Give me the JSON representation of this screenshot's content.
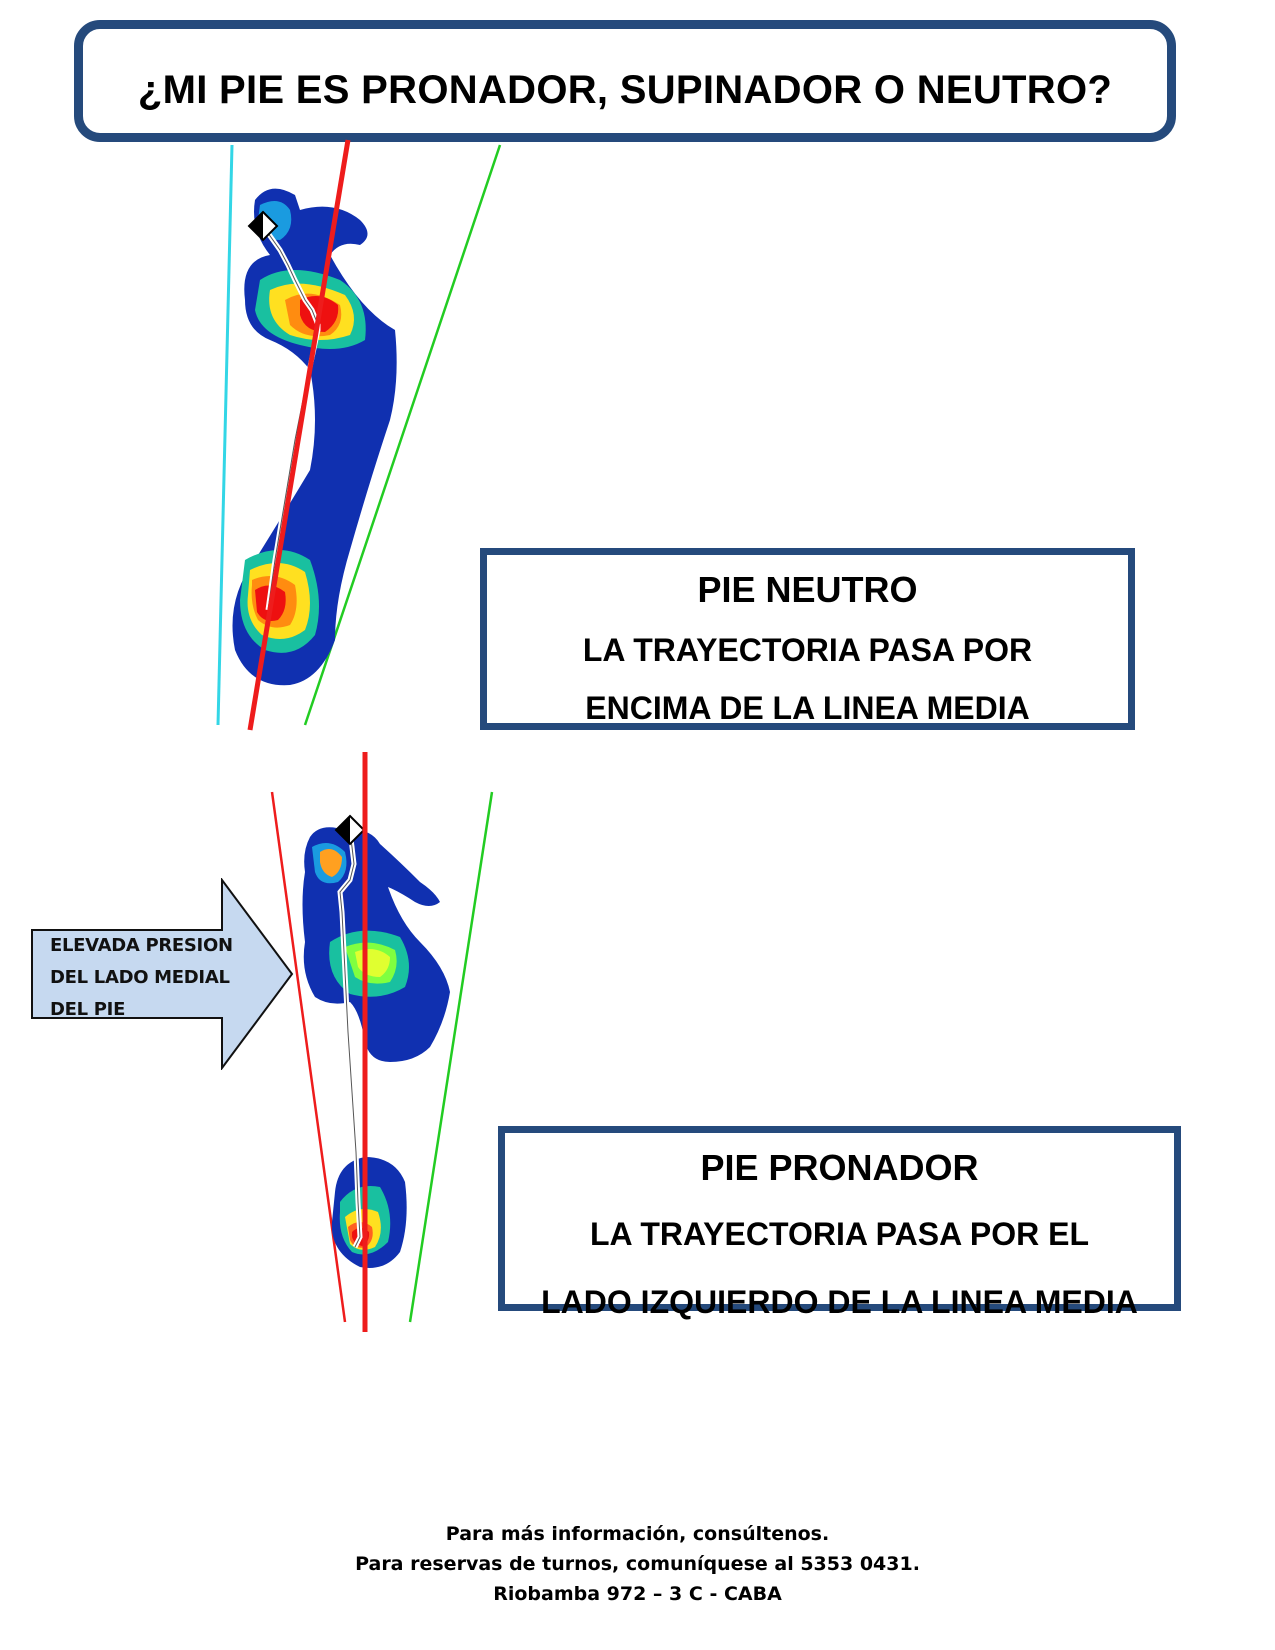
{
  "title": "¿MI PIE ES PRONADOR, SUPINADOR O NEUTRO?",
  "neutro": {
    "heading": "PIE NEUTRO",
    "line1": "LA TRAYECTORIA PASA POR",
    "line2": "ENCIMA DE LA LINEA MEDIA"
  },
  "pronador": {
    "heading": "PIE PRONADOR",
    "line1": "LA TRAYECTORIA PASA POR EL",
    "line2": "LADO IZQUIERDO DE LA LINEA MEDIA"
  },
  "arrow": {
    "line1": "ELEVADA PRESION",
    "line2": "DEL LADO MEDIAL",
    "line3": "DEL PIE"
  },
  "footer": {
    "line1": "Para más información, consúltenos.",
    "line2": "Para reservas de turnos, comuníquese al 5353 0431.",
    "line3": "Riobamba 972 – 3 C - CABA"
  },
  "colors": {
    "frame": "#254a7c",
    "midline": "#ee1c1c",
    "boundary_green": "#22cc22",
    "boundary_cyan": "#33d6e6",
    "arrow_fill": "#c6d9f0"
  }
}
